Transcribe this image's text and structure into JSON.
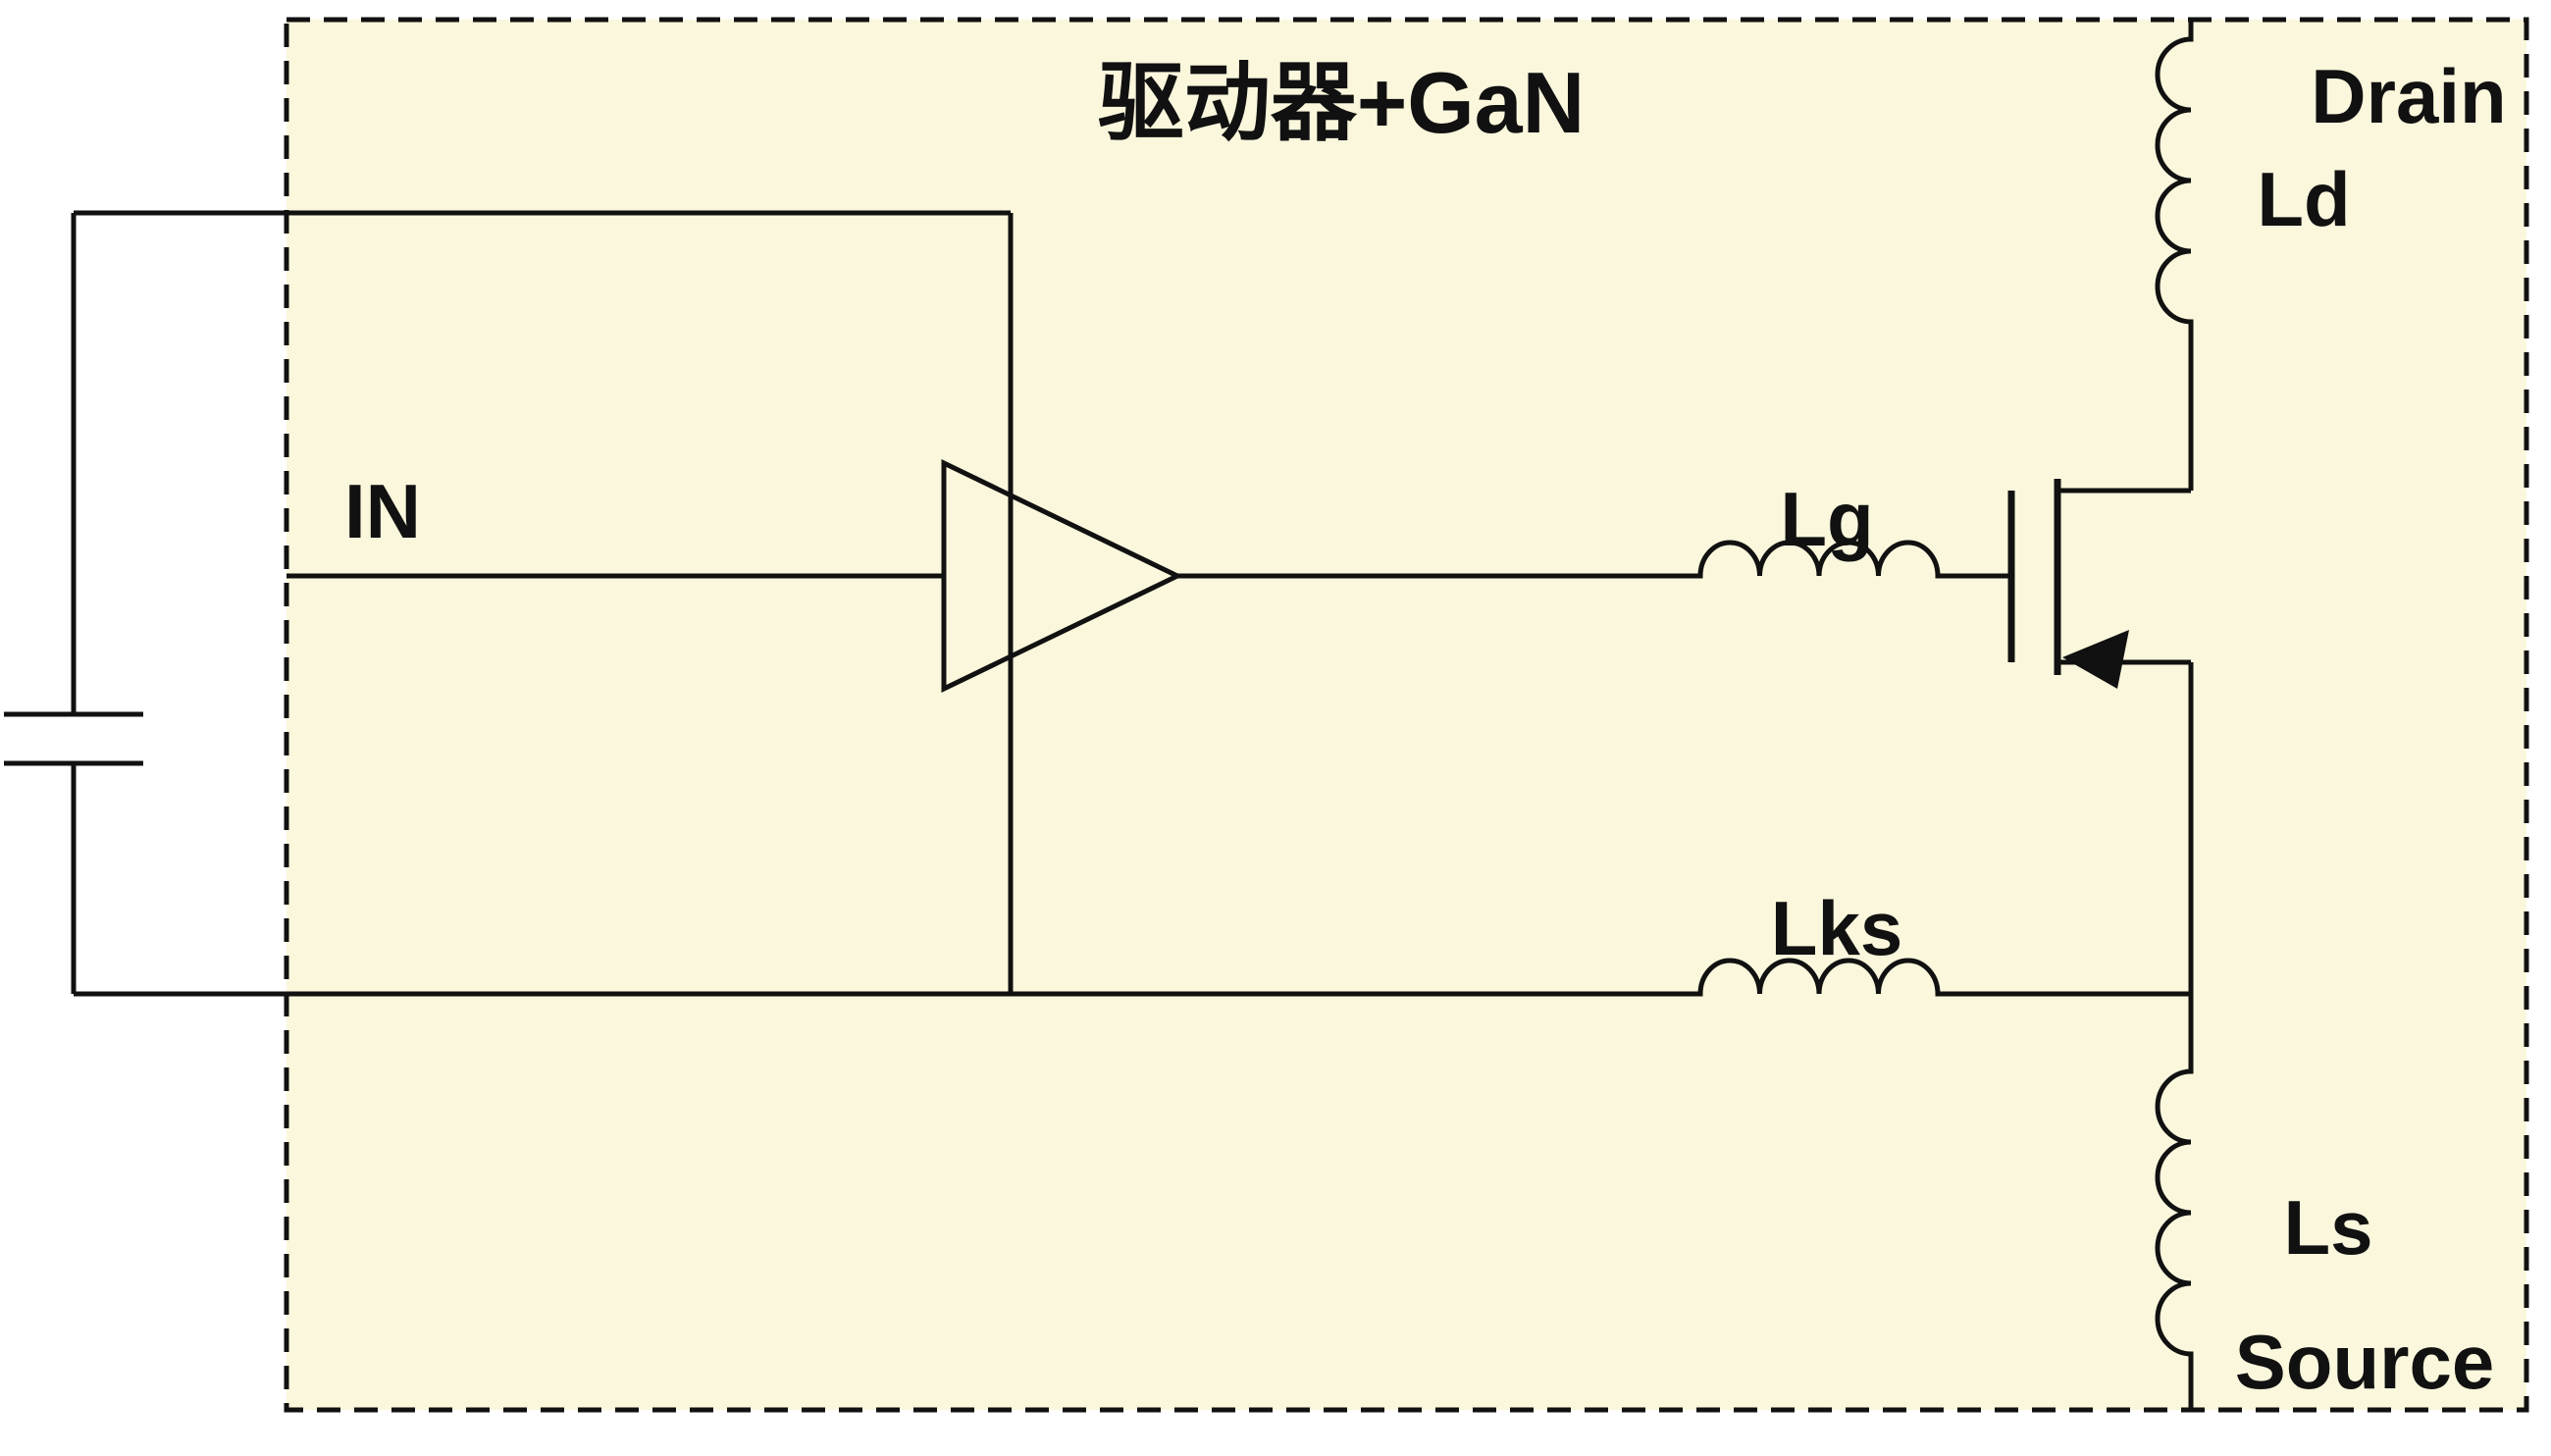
{
  "diagram": {
    "title": "驱动器+GaN",
    "labels": {
      "input": "IN",
      "gate_inductor": "Lg",
      "kelvin_inductor": "Lks",
      "drain_inductor": "Ld",
      "source_inductor": "Ls",
      "drain_terminal": "Drain",
      "source_terminal": "Source"
    },
    "colors": {
      "box_fill": "#FAF7DC",
      "line": "#111111",
      "page_background": "#FFFFFF"
    }
  }
}
